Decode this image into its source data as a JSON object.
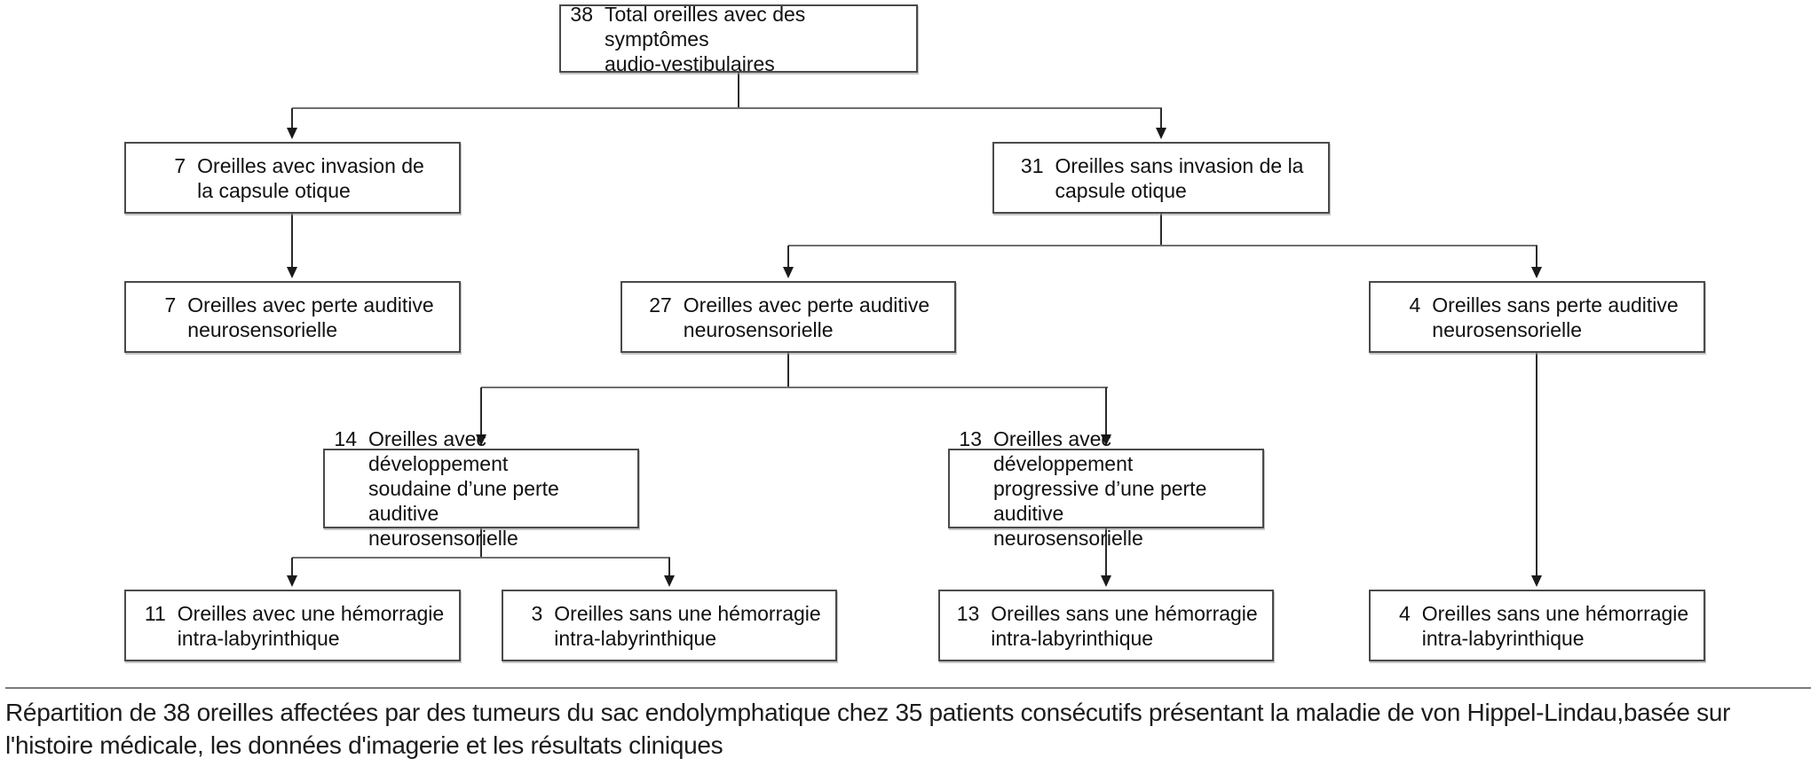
{
  "diagram": {
    "nodes": {
      "total": {
        "number": "38",
        "label": "Total oreilles avec des symptômes\naudio-vestibulaires"
      },
      "with_invasion": {
        "number": "7",
        "label": "Oreilles avec invasion de\nla capsule otique"
      },
      "without_invasion": {
        "number": "31",
        "label": "Oreilles sans invasion de la\ncapsule otique"
      },
      "snhl_with_invasion": {
        "number": "7",
        "label": "Oreilles avec perte auditive\nneurosensorielle"
      },
      "snhl_without_invasion": {
        "number": "27",
        "label": "Oreilles avec perte auditive\nneurosensorielle"
      },
      "without_snhl": {
        "number": "4",
        "label": "Oreilles sans perte auditive\nneurosensorielle"
      },
      "sudden_snhl": {
        "number": "14",
        "label": "Oreilles avec développement\nsoudaine d’une perte auditive\nneurosensorielle"
      },
      "progressive_snhl": {
        "number": "13",
        "label": "Oreilles avec développement\nprogressive d’une perte auditive\nneurosensorielle"
      },
      "hemorrhage_with": {
        "number": "11",
        "label": "Oreilles avec une hémorragie\nintra-labyrinthique"
      },
      "hemorrhage_without_sudden": {
        "number": "3",
        "label": "Oreilles sans une hémorragie\nintra-labyrinthique"
      },
      "hemorrhage_without_progressive": {
        "number": "13",
        "label": "Oreilles sans une hémorragie\nintra-labyrinthique"
      },
      "hemorrhage_without_nosnhl": {
        "number": "4",
        "label": "Oreilles sans une hémorragie\nintra-labyrinthique"
      }
    },
    "caption": {
      "text": "Répartition de 38 oreilles affectées par des tumeurs du sac endolymphatique chez 35 patients consécutifs présentant la maladie de von Hippel-Lindau,basée sur\nl'histoire médicale, les données d'imagerie et les résultats cliniques"
    },
    "colors": {
      "box_border": "#4a4a4a",
      "vertical_line": "#2b2b2b",
      "horizontal_line": "#6e6e6e",
      "arrowhead": "#1a1a1a",
      "text": "#111111",
      "background": "#ffffff"
    }
  }
}
